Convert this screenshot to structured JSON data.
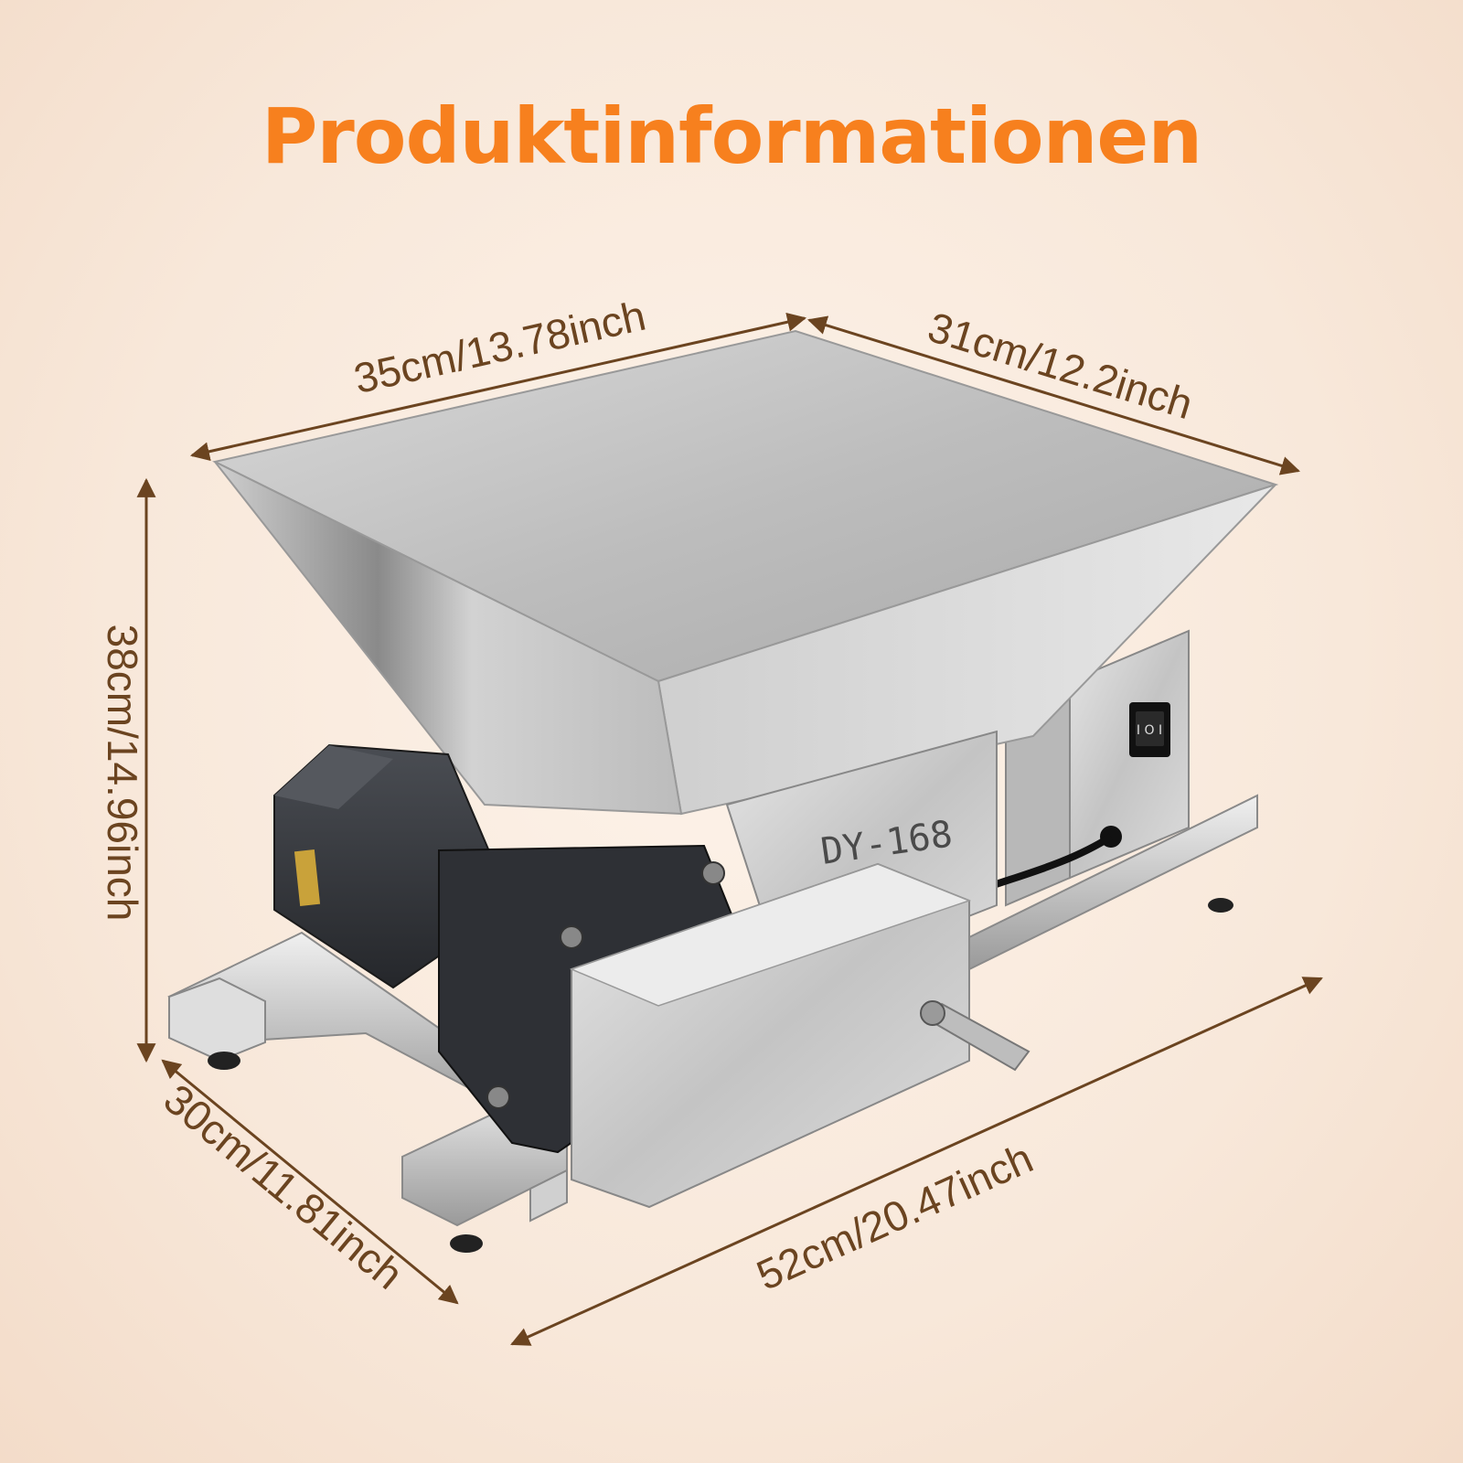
{
  "title": "Produktinformationen",
  "dimensions": {
    "top_width": "35cm/13.78inch",
    "top_depth": "31cm/12.2inch",
    "height": "38cm/14.96inch",
    "base_depth": "30cm/11.81inch",
    "base_length": "52cm/20.47inch"
  },
  "product": {
    "model_label": "DY-168"
  },
  "colors": {
    "title": "#f7801e",
    "dimension_text": "#6b4420",
    "background": "#f8e8da",
    "steel": "#c9c9c9",
    "motor": "#3a3d42"
  },
  "icons": {
    "power_switch": "rocker-switch-icon"
  }
}
